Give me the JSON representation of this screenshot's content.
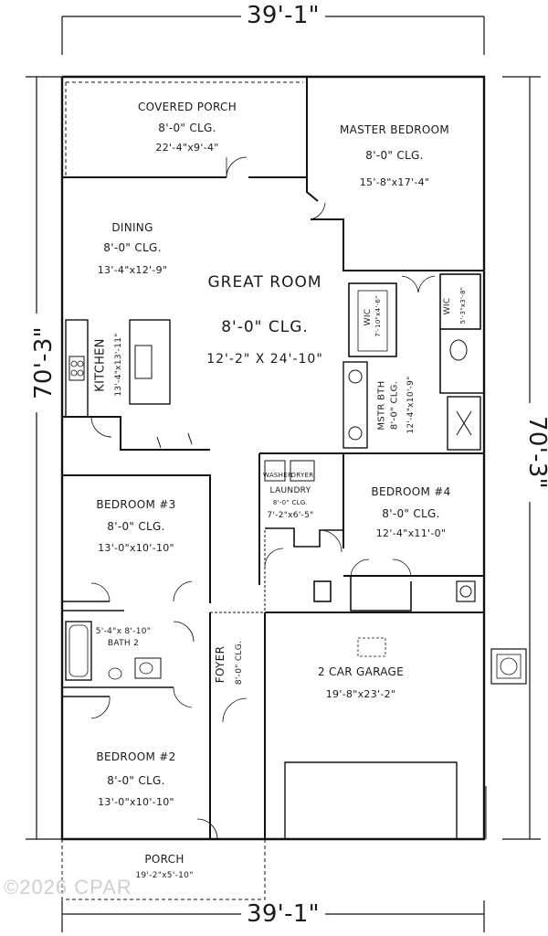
{
  "overall": {
    "width_top": "39'-1\"",
    "width_bottom": "39'-1\"",
    "depth_left": "70'-3\"",
    "depth_right": "70'-3\""
  },
  "rooms": {
    "covered_porch": {
      "name": "COVERED PORCH",
      "ceiling": "8'-0\" CLG.",
      "size": "22'-4\"x9'-4\""
    },
    "master_bedroom": {
      "name": "MASTER BEDROOM",
      "ceiling": "8'-0\" CLG.",
      "size": "15'-8\"x17'-4\""
    },
    "dining": {
      "name": "DINING",
      "ceiling": "8'-0\" CLG.",
      "size": "13'-4\"x12'-9\""
    },
    "great_room": {
      "name": "GREAT ROOM",
      "ceiling": "8'-0\" CLG.",
      "size": "12'-2\" X 24'-10\""
    },
    "kitchen": {
      "name": "KITCHEN",
      "size": "13'-4\"x13'-11\""
    },
    "wic_left": {
      "name": "WIC",
      "size": "7'-10\"x4'-6\""
    },
    "wic_right": {
      "name": "WIC",
      "size": "5'-3\"x3'-8\""
    },
    "master_bath": {
      "name": "MSTR BTH",
      "ceiling": "8'-0\" CLG.",
      "size": "12'-4\"x10'-9\""
    },
    "laundry": {
      "name": "LAUNDRY",
      "ceiling": "8'-0\" CLG.",
      "size": "7'-2\"x6'-5\"",
      "washer": "WASHER",
      "dryer": "DRYER"
    },
    "bedroom3": {
      "name": "BEDROOM #3",
      "ceiling": "8'-0\" CLG.",
      "size": "13'-0\"x10'-10\""
    },
    "bedroom4": {
      "name": "BEDROOM #4",
      "ceiling": "8'-0\" CLG.",
      "size": "12'-4\"x11'-0\""
    },
    "bath2": {
      "name": "BATH 2",
      "size": "5'-4\"x 8'-10\""
    },
    "foyer": {
      "name": "FOYER",
      "ceiling": "8'-0\" CLG."
    },
    "garage": {
      "name": "2 CAR GARAGE",
      "size": "19'-8\"x23'-2\""
    },
    "bedroom2": {
      "name": "BEDROOM #2",
      "ceiling": "8'-0\" CLG.",
      "size": "13'-0\"x10'-10\""
    },
    "porch": {
      "name": "PORCH",
      "size": "19'-2\"x5'-10\""
    }
  },
  "watermark": "©2026 CPAR"
}
